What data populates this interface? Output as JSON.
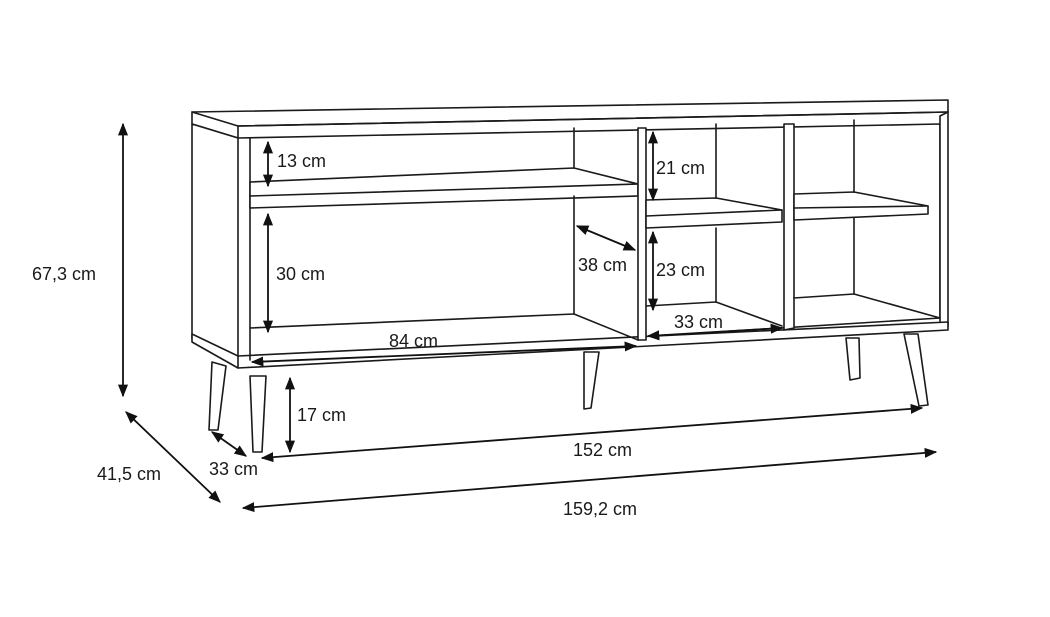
{
  "labels": {
    "shelf_gap_top_left": "13 cm",
    "lower_gap_left": "30 cm",
    "inner_depth": "38 cm",
    "shelf_gap_top_middle": "21 cm",
    "lower_gap_middle": "23 cm",
    "compartment_width_middle": "33 cm",
    "compartment_width_left": "84 cm",
    "total_height": "67,3 cm",
    "leg_height": "17 cm",
    "leg_depth": "33 cm",
    "leg_span_width": "152 cm",
    "total_depth": "41,5 cm",
    "total_width": "159,2 cm"
  },
  "colors": {
    "line": "#1a1a1a",
    "background": "#ffffff"
  }
}
